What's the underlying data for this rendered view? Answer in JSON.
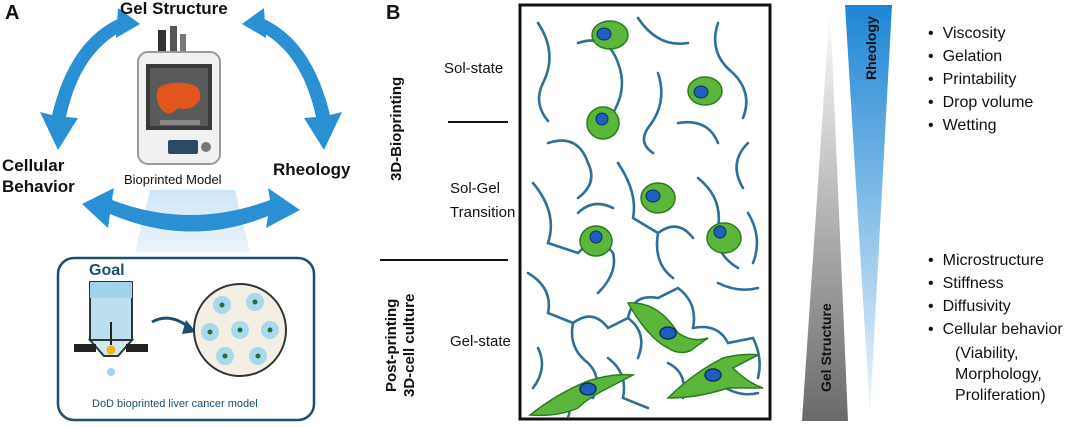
{
  "panel_a": {
    "label": "A",
    "top_label": "Gel Structure",
    "left_label_line1": "Cellular",
    "left_label_line2": "Behavior",
    "right_label": "Rheology",
    "model_caption": "Bioprinted Model",
    "goal_title": "Goal",
    "goal_caption": "DoD bioprinted liver cancer model"
  },
  "panel_b": {
    "label": "B",
    "stage_1": "3D-Bioprinting",
    "stage_2_line1": "Post-printing",
    "stage_2_line2": "3D-cell culture",
    "sol_state": "Sol-state",
    "transition_line1": "Sol-Gel",
    "transition_line2": "Transition",
    "gel_state": "Gel-state",
    "gel_structure_label": "Gel Structure",
    "rheology_label": "Rheology",
    "rheology_props": [
      "Viscosity",
      "Gelation",
      "Printability",
      "Drop volume",
      "Wetting"
    ],
    "structure_props": [
      "Microstructure",
      "Stiffness",
      "Diffusivity",
      "Cellular behavior"
    ],
    "structure_sub": [
      "(Viability,",
      "Morphology,",
      "Proliferation)"
    ]
  },
  "colors": {
    "arrow_blue": "#2b8fd4",
    "fiber_blue": "#2f6f98",
    "cell_green": "#5cb63b",
    "nucleus_blue": "#1f5fbd",
    "goal_border": "#1f4e6e",
    "rheology_gradient_top": "#1e86d4",
    "gel_gradient_bottom": "#6a6a6a"
  }
}
